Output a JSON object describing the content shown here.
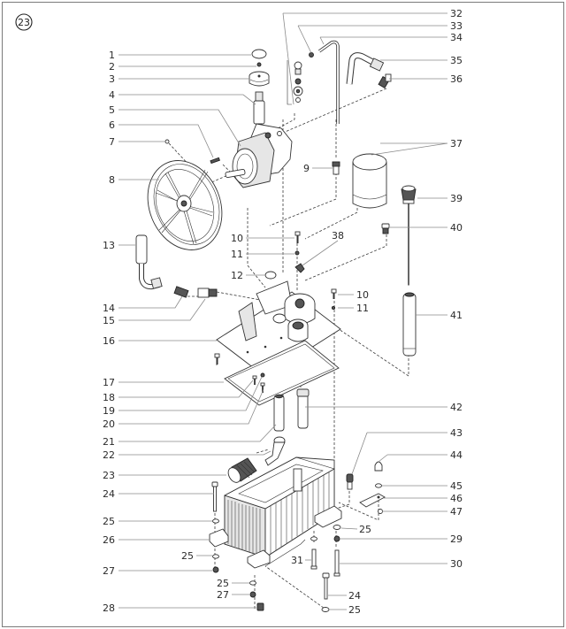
{
  "figure": {
    "number": "23"
  },
  "callouts": [
    {
      "id": "1",
      "label": "1"
    },
    {
      "id": "2",
      "label": "2"
    },
    {
      "id": "3",
      "label": "3"
    },
    {
      "id": "4",
      "label": "4"
    },
    {
      "id": "5",
      "label": "5"
    },
    {
      "id": "6",
      "label": "6"
    },
    {
      "id": "7",
      "label": "7"
    },
    {
      "id": "8",
      "label": "8"
    },
    {
      "id": "9",
      "label": "9"
    },
    {
      "id": "10a",
      "label": "10"
    },
    {
      "id": "11a",
      "label": "11"
    },
    {
      "id": "12",
      "label": "12"
    },
    {
      "id": "13",
      "label": "13"
    },
    {
      "id": "14",
      "label": "14"
    },
    {
      "id": "15",
      "label": "15"
    },
    {
      "id": "16",
      "label": "16"
    },
    {
      "id": "17",
      "label": "17"
    },
    {
      "id": "18",
      "label": "18"
    },
    {
      "id": "19",
      "label": "19"
    },
    {
      "id": "20",
      "label": "20"
    },
    {
      "id": "21",
      "label": "21"
    },
    {
      "id": "22",
      "label": "22"
    },
    {
      "id": "23",
      "label": "23"
    },
    {
      "id": "24a",
      "label": "24"
    },
    {
      "id": "25a",
      "label": "25"
    },
    {
      "id": "26",
      "label": "26"
    },
    {
      "id": "25b",
      "label": "25"
    },
    {
      "id": "27a",
      "label": "27"
    },
    {
      "id": "25c",
      "label": "25"
    },
    {
      "id": "27b",
      "label": "27"
    },
    {
      "id": "28",
      "label": "28"
    },
    {
      "id": "32",
      "label": "32"
    },
    {
      "id": "33",
      "label": "33"
    },
    {
      "id": "34",
      "label": "34"
    },
    {
      "id": "35",
      "label": "35"
    },
    {
      "id": "36",
      "label": "36"
    },
    {
      "id": "37",
      "label": "37"
    },
    {
      "id": "39",
      "label": "39"
    },
    {
      "id": "40",
      "label": "40"
    },
    {
      "id": "38",
      "label": "38"
    },
    {
      "id": "10b",
      "label": "10"
    },
    {
      "id": "11b",
      "label": "11"
    },
    {
      "id": "41",
      "label": "41"
    },
    {
      "id": "42",
      "label": "42"
    },
    {
      "id": "43",
      "label": "43"
    },
    {
      "id": "44",
      "label": "44"
    },
    {
      "id": "45",
      "label": "45"
    },
    {
      "id": "46",
      "label": "46"
    },
    {
      "id": "47",
      "label": "47"
    },
    {
      "id": "25d",
      "label": "25"
    },
    {
      "id": "29",
      "label": "29"
    },
    {
      "id": "31",
      "label": "31"
    },
    {
      "id": "30",
      "label": "30"
    },
    {
      "id": "24b",
      "label": "24"
    },
    {
      "id": "25e",
      "label": "25"
    }
  ]
}
